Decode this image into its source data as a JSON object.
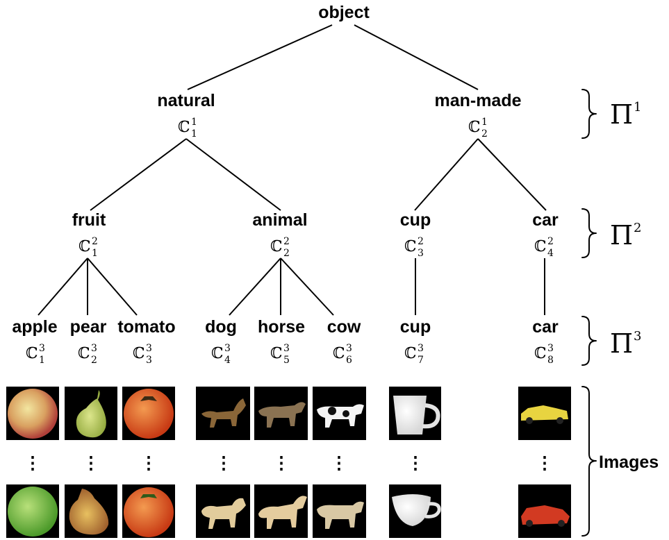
{
  "root": {
    "label": "object"
  },
  "level1": [
    {
      "label": "natural",
      "sym": "ℂ",
      "sup": "1",
      "sub": "1"
    },
    {
      "label": "man-made",
      "sym": "ℂ",
      "sup": "1",
      "sub": "2"
    }
  ],
  "level2": [
    {
      "label": "fruit",
      "sym": "ℂ",
      "sup": "2",
      "sub": "1"
    },
    {
      "label": "animal",
      "sym": "ℂ",
      "sup": "2",
      "sub": "2"
    },
    {
      "label": "cup",
      "sym": "ℂ",
      "sup": "2",
      "sub": "3"
    },
    {
      "label": "car",
      "sym": "ℂ",
      "sup": "2",
      "sub": "4"
    }
  ],
  "level3": [
    {
      "label": "apple",
      "sym": "ℂ",
      "sup": "3",
      "sub": "1"
    },
    {
      "label": "pear",
      "sym": "ℂ",
      "sup": "3",
      "sub": "2"
    },
    {
      "label": "tomato",
      "sym": "ℂ",
      "sup": "3",
      "sub": "3"
    },
    {
      "label": "dog",
      "sym": "ℂ",
      "sup": "3",
      "sub": "4"
    },
    {
      "label": "horse",
      "sym": "ℂ",
      "sup": "3",
      "sub": "5"
    },
    {
      "label": "cow",
      "sym": "ℂ",
      "sup": "3",
      "sub": "6"
    },
    {
      "label": "cup",
      "sym": "ℂ",
      "sup": "3",
      "sub": "7"
    },
    {
      "label": "car",
      "sym": "ℂ",
      "sup": "3",
      "sub": "8"
    }
  ],
  "partitions": [
    {
      "sym": "Π",
      "sup": "1"
    },
    {
      "sym": "Π",
      "sup": "2"
    },
    {
      "sym": "Π",
      "sup": "3"
    }
  ],
  "images_label": "Images",
  "ellipsis": "⋮"
}
